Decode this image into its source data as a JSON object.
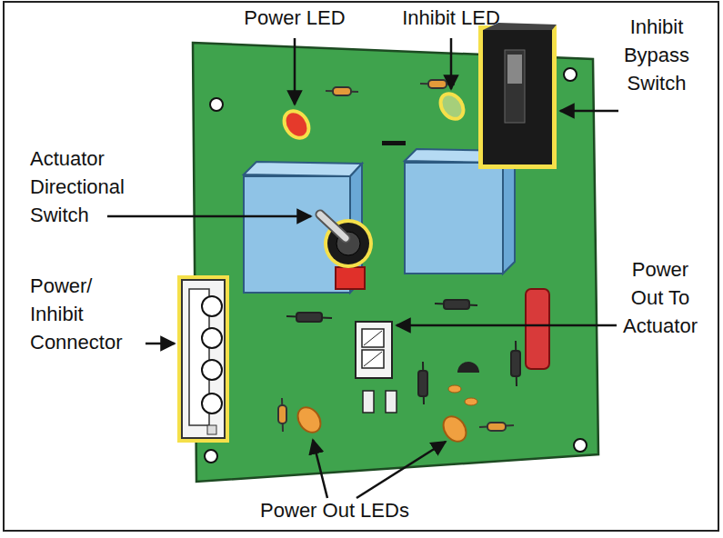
{
  "diagram": {
    "labels": [
      "Power LED",
      "Inhibit LED",
      "Inhibit Bypass Switch",
      "Actuator Directional Switch",
      "Power/ Inhibit Connector",
      "Power Out To Actuator",
      "Power Out LEDs"
    ]
  }
}
